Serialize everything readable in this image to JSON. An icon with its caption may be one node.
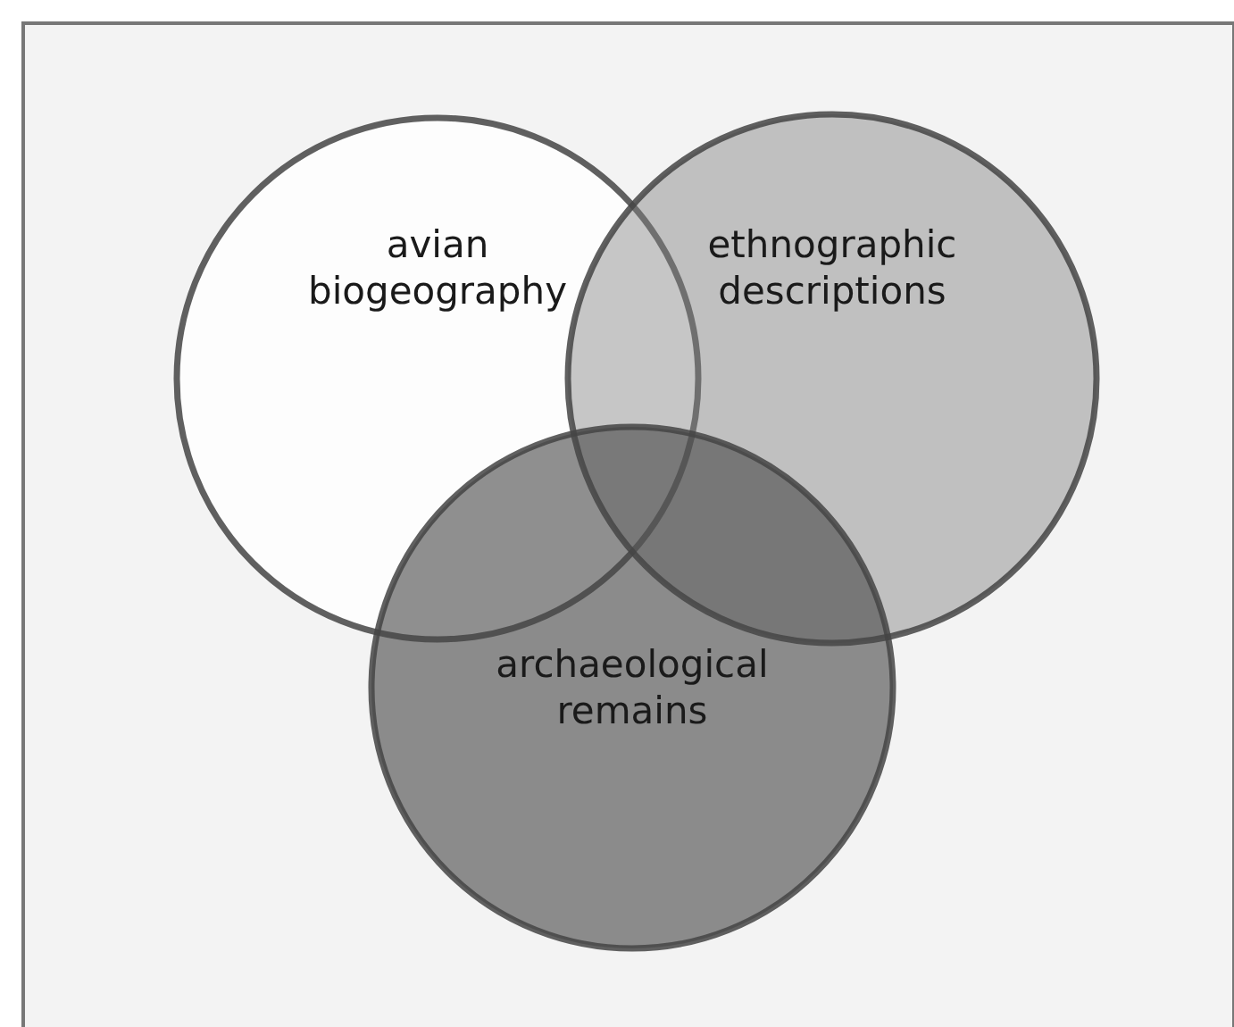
{
  "diagram": {
    "nodes": [
      {
        "text": [
          "avian biogeography"
        ]
      },
      {
        "text": [
          "ethnographic descriptions"
        ]
      },
      {
        "text": [
          "archaeological remains"
        ]
      }
    ]
  }
}
